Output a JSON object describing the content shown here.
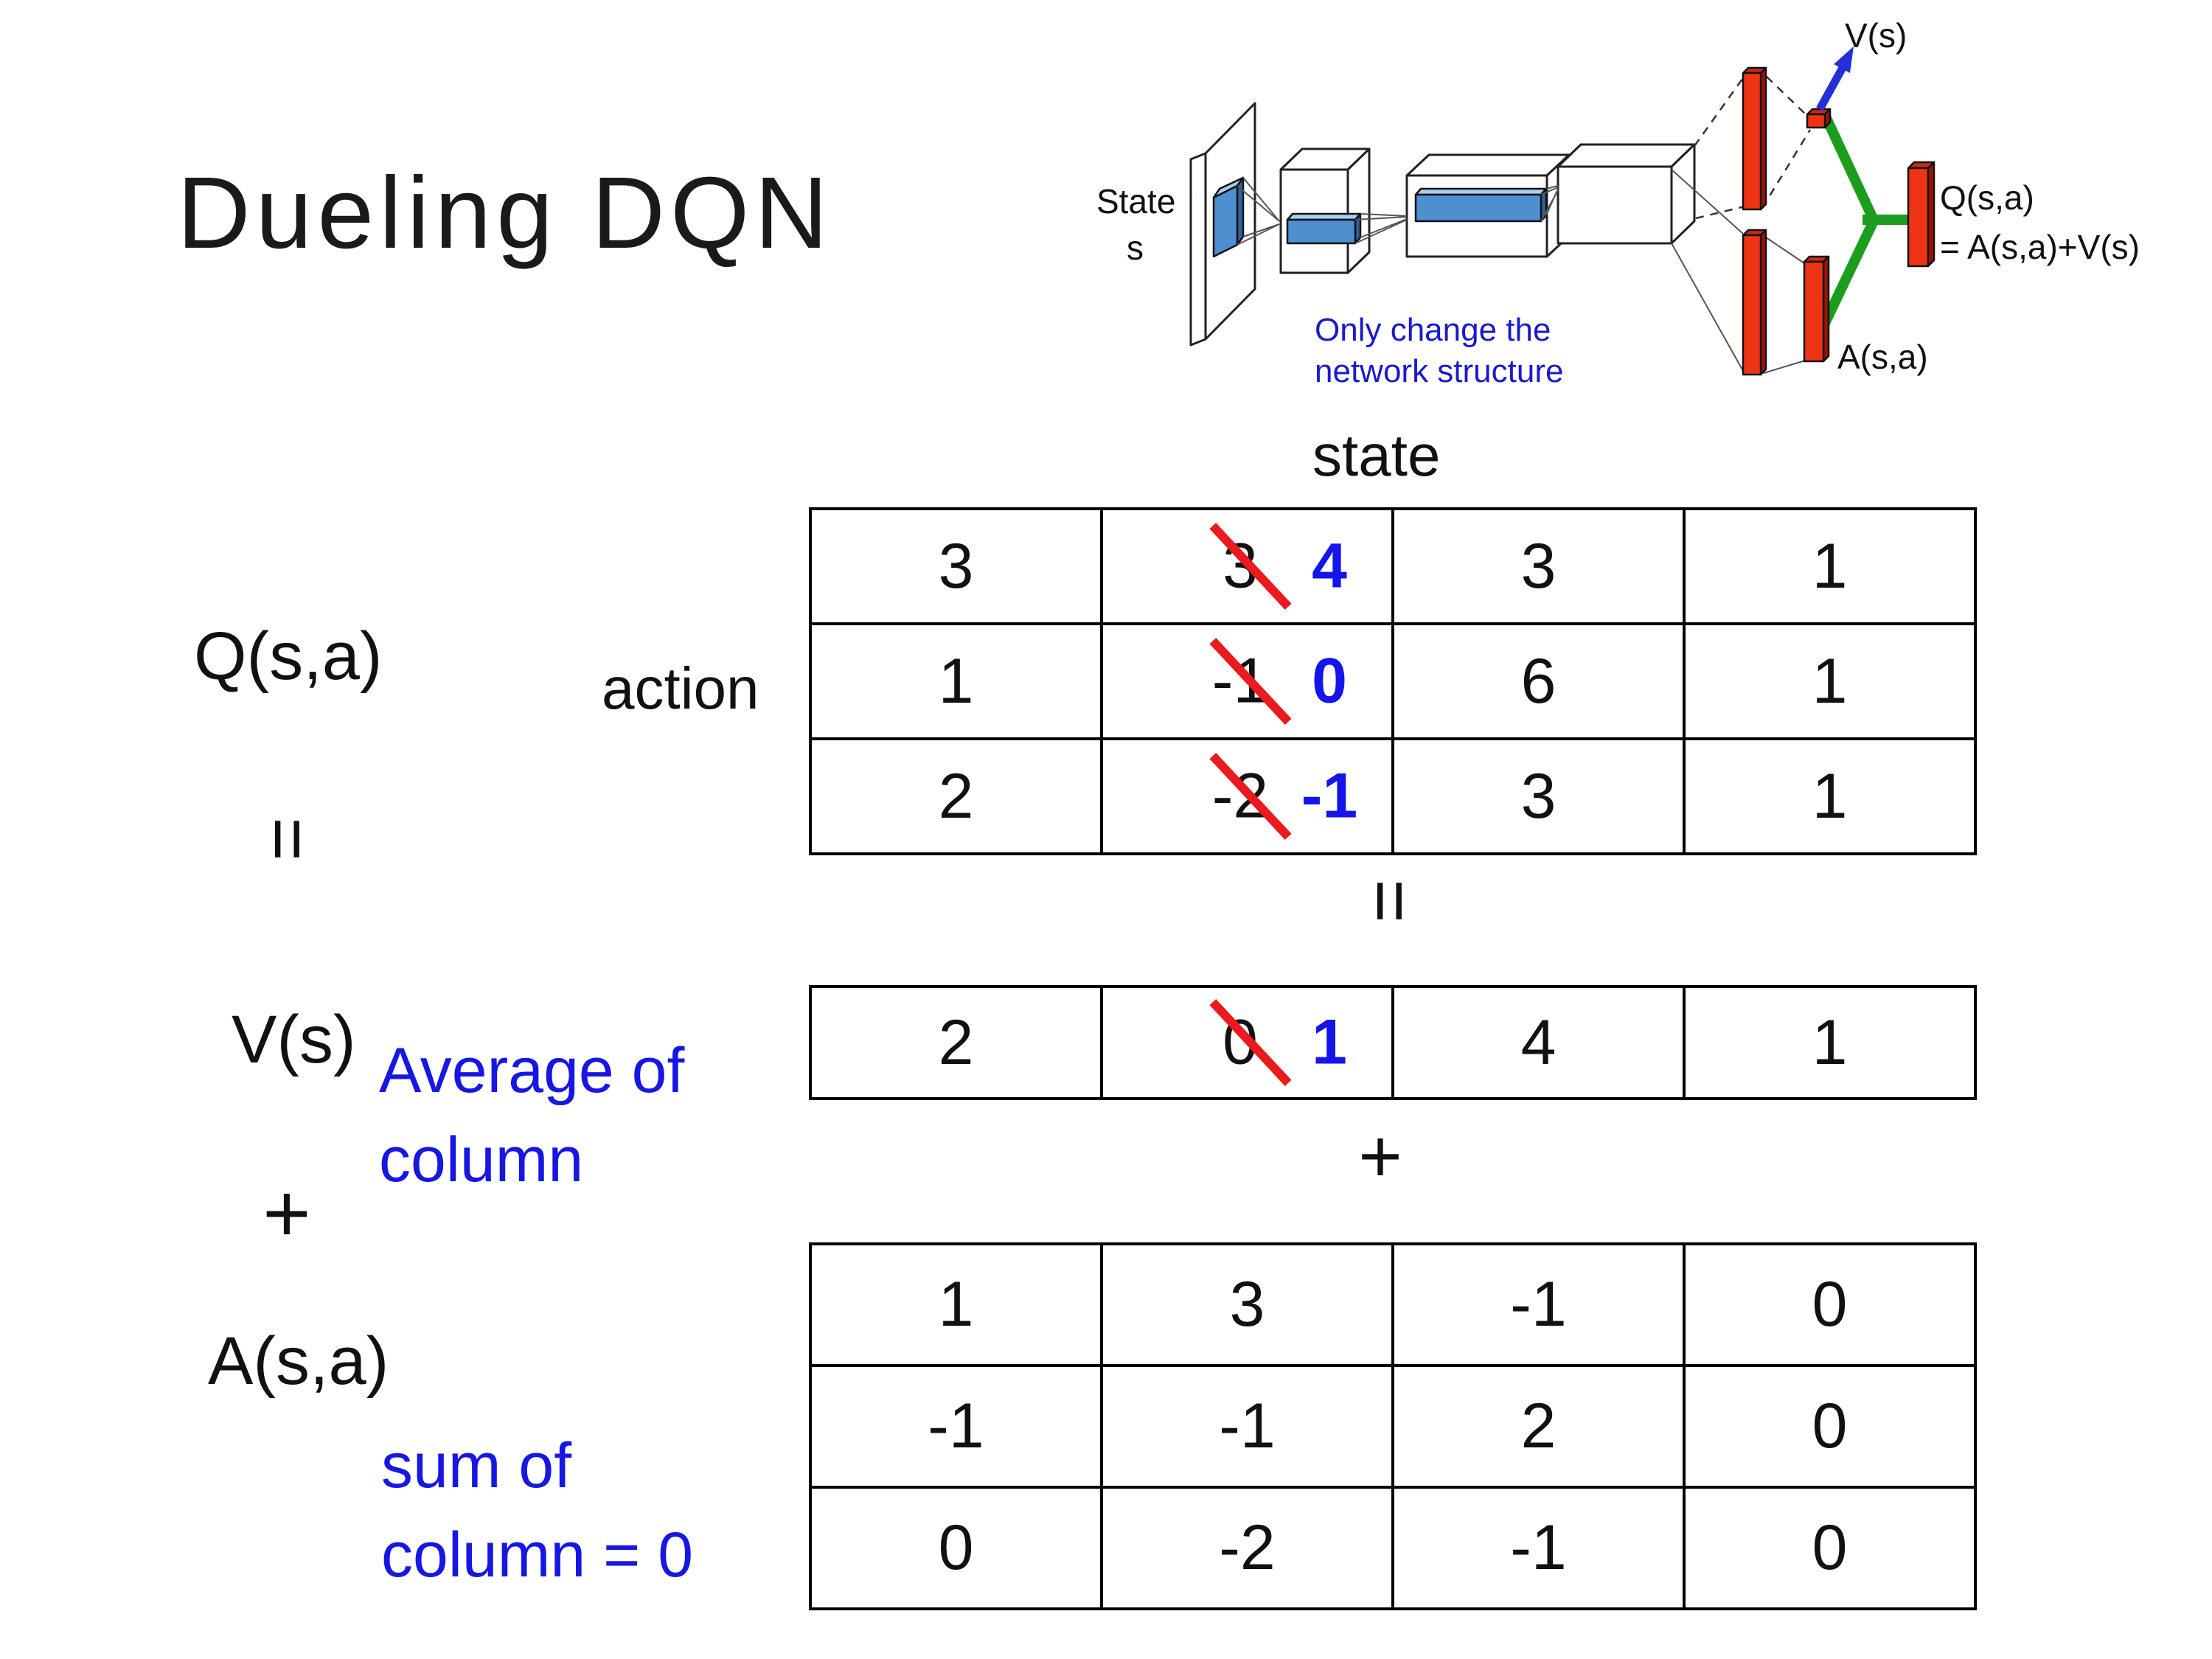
{
  "title": "Dueling DQN",
  "colors": {
    "annotation_blue": "#1717E3",
    "table_blue": "#1414EB",
    "strike_red": "#EA1A1E",
    "bar_red": "#EE3415",
    "bar_red_side": "#9C1404",
    "bar_red_top": "#CE2A10",
    "green": "#1D9D1D",
    "arrow_blue": "#2330D6",
    "note_blue": "#1A1ACC",
    "conv_blue": "#4E8FD0",
    "conv_blue_light": "#A9CDED",
    "conv_blue_dark": "#2E62A0",
    "ink": "#111111"
  },
  "equation": {
    "q_label": "Q(s,a)",
    "v_label": "V(s)",
    "a_label": "A(s,a)",
    "equals": "=",
    "plus": "+",
    "state_axis": "state",
    "action_axis": "action",
    "avg_line1": "Average of",
    "avg_line2": "column",
    "sum_line1": "sum of",
    "sum_line2": "column = 0"
  },
  "diagram": {
    "state_line1": "State",
    "state_line2": "s",
    "v_out": "V(s)",
    "q_out": "Q(s,a)",
    "q_out_eq": "= A(s,a)+V(s)",
    "a_out": "A(s,a)",
    "note_line1": "Only change the",
    "note_line2": "network structure"
  },
  "q_table": {
    "rows": [
      [
        "3",
        "3",
        "3",
        "1"
      ],
      [
        "1",
        "-1",
        "6",
        "1"
      ],
      [
        "2",
        "-2",
        "3",
        "1"
      ]
    ],
    "crossed_col": 1,
    "corrections": [
      "4",
      "0",
      "-1"
    ]
  },
  "v_table": {
    "rows": [
      [
        "2",
        "0",
        "4",
        "1"
      ]
    ],
    "crossed_col": 1,
    "corrections": [
      "1"
    ]
  },
  "a_table": {
    "rows": [
      [
        "1",
        "3",
        "-1",
        "0"
      ],
      [
        "-1",
        "-1",
        "2",
        "0"
      ],
      [
        "0",
        "-2",
        "-1",
        "0"
      ]
    ]
  }
}
